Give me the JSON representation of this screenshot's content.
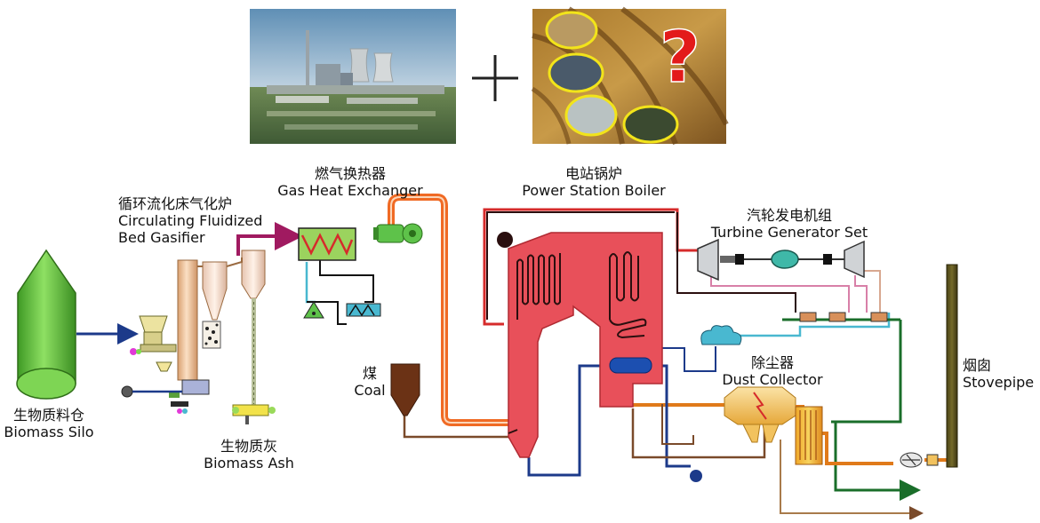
{
  "labels": {
    "silo": {
      "zh": "生物质料仓",
      "en": "Biomass Silo"
    },
    "gasifier": {
      "zh": "循环流化床气化炉",
      "en1": "Circulating Fluidized",
      "en2": "Bed Gasifier"
    },
    "heat_exchanger": {
      "zh": "燃气换热器",
      "en": "Gas Heat Exchanger"
    },
    "boiler": {
      "zh": "电站锅炉",
      "en": "Power Station Boiler"
    },
    "turbine": {
      "zh": "汽轮发电机组",
      "en": "Turbine Generator Set"
    },
    "coal": {
      "zh": "煤",
      "en": "Coal"
    },
    "ash": {
      "zh": "生物质灰",
      "en": "Biomass Ash"
    },
    "dust": {
      "zh": "除尘器",
      "en": "Dust Collector"
    },
    "stack": {
      "zh": "烟囱",
      "en": "Stovepipe"
    }
  },
  "banner": {
    "plus": "+",
    "question": "?"
  },
  "colors": {
    "boiler": "#e8505a",
    "silo": "#5fc43a",
    "steam_red": "#d62b2b",
    "pipe_dark": "#2a0f0f",
    "pipe_brown": "#7a4a2a",
    "pipe_orange": "#e07a1a",
    "pipe_green": "#1a6e2a",
    "pipe_cyan": "#49b8d0",
    "pipe_pink": "#d880a8",
    "pipe_blue": "#1c3a8a",
    "gas_orange": "#f06a24"
  }
}
